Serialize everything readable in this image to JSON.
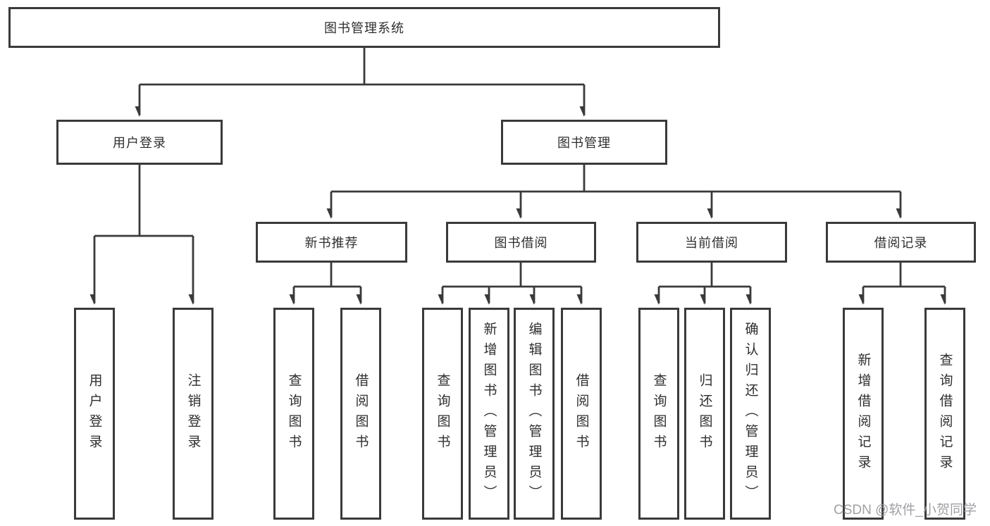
{
  "diagram": {
    "root_label": "图书管理系统",
    "user_login": {
      "label": "用户登录",
      "children": [
        "用户登录",
        "注销登录"
      ]
    },
    "book_management": {
      "label": "图书管理",
      "sections": [
        {
          "label": "新书推荐",
          "children": [
            "查询图书",
            "借阅图书"
          ]
        },
        {
          "label": "图书借阅",
          "children": [
            "查询图书",
            "新增图书（管理员）",
            "编辑图书（管理员）",
            "借阅图书"
          ]
        },
        {
          "label": "当前借阅",
          "children": [
            "查询图书",
            "归还图书",
            "确认归还（管理员）"
          ]
        },
        {
          "label": "借阅记录",
          "children": [
            "新增借阅记录",
            "查询借阅记录"
          ]
        }
      ]
    }
  },
  "watermark": "CSDN @软件_小贺同学",
  "colors": {
    "line": "#3a3a3a",
    "box_border": "#3a3a3a",
    "text": "#2f2f2f",
    "watermark": "#98989e",
    "background": "#ffffff"
  }
}
